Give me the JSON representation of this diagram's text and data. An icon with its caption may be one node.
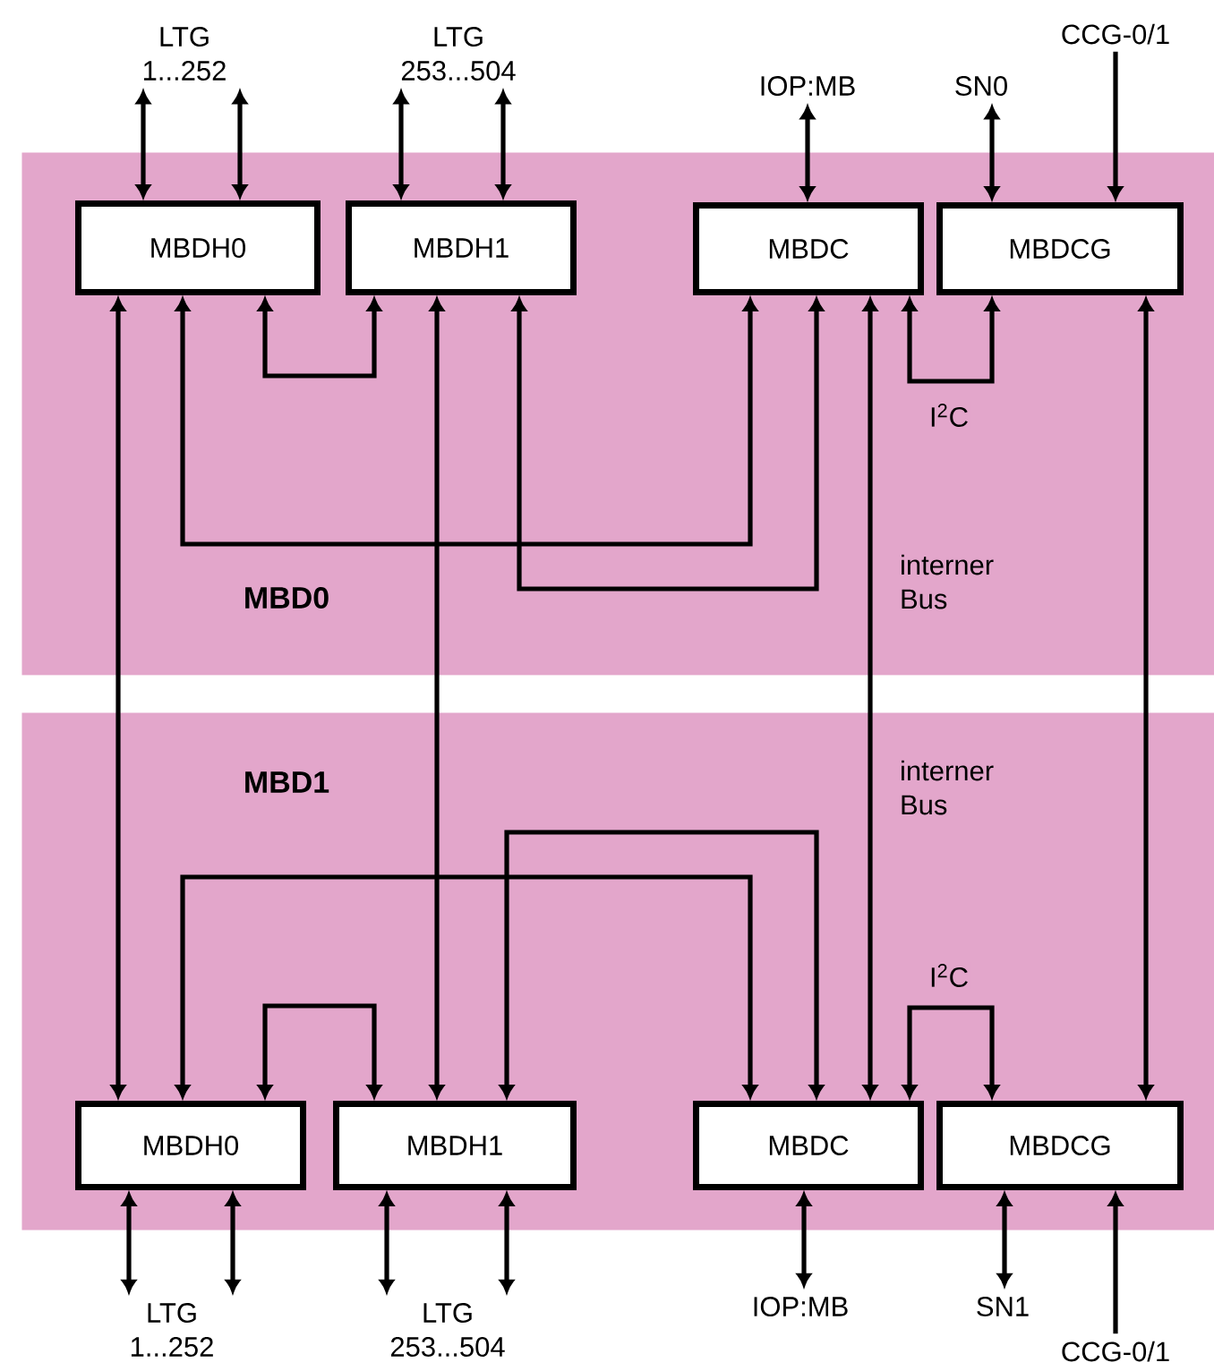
{
  "diagram": {
    "nodes": [
      {
        "text": [
          "LTG 1...252"
        ]
      },
      {
        "text": [
          "LTG 253...504"
        ]
      },
      {
        "text": [
          "IOP:MB"
        ]
      },
      {
        "text": [
          "SN0"
        ]
      },
      {
        "text": [
          "CCG-0/1"
        ]
      },
      {
        "text": [
          "MBD0"
        ]
      },
      {
        "text": [
          "MBDH0"
        ],
        "in": 5
      },
      {
        "text": [
          "MBDH1"
        ],
        "in": 5
      },
      {
        "text": [
          "MBDC"
        ],
        "in": 5
      },
      {
        "text": [
          "MBDCG"
        ],
        "in": 5
      },
      {
        "text": [
          "MBD1"
        ]
      },
      {
        "text": [
          "MBDH0"
        ],
        "in": 10
      },
      {
        "text": [
          "MBDH1"
        ],
        "in": 10
      },
      {
        "text": [
          "MBDC"
        ],
        "in": 10
      },
      {
        "text": [
          "MBDCG"
        ],
        "in": 10
      },
      {
        "text": [
          "LTG 1...252"
        ]
      },
      {
        "text": [
          "LTG 253...504"
        ]
      },
      {
        "text": [
          "IOP:MB"
        ]
      },
      {
        "text": [
          "SN1"
        ]
      },
      {
        "text": [
          "CCG-0/1"
        ]
      }
    ],
    "edges": [
      {
        "from": 0,
        "to": 6,
        "arrow": "both"
      },
      {
        "from": 0,
        "to": 6,
        "arrow": "both"
      },
      {
        "from": 1,
        "to": 7,
        "arrow": "both"
      },
      {
        "from": 1,
        "to": 7,
        "arrow": "both"
      },
      {
        "from": 2,
        "to": 8,
        "arrow": "both"
      },
      {
        "from": 3,
        "to": 9,
        "arrow": "both"
      },
      {
        "from": 4,
        "to": 9,
        "arrow": "to"
      },
      {
        "from": 6,
        "to": 11,
        "arrow": "both"
      },
      {
        "from": 6,
        "to": 8,
        "arrow": "both"
      },
      {
        "from": 6,
        "to": 7,
        "arrow": "both"
      },
      {
        "from": 7,
        "to": 12,
        "arrow": "both"
      },
      {
        "from": 7,
        "to": 8,
        "arrow": "both"
      },
      {
        "from": 8,
        "to": 13,
        "arrow": "both"
      },
      {
        "from": 8,
        "to": 9,
        "arrow": "both",
        "label": "I$^{2}$C"
      },
      {
        "from": 9,
        "to": 14,
        "arrow": "both"
      },
      {
        "from": 11,
        "to": 13,
        "arrow": "both"
      },
      {
        "from": 11,
        "to": 12,
        "arrow": "both"
      },
      {
        "from": 12,
        "to": 13,
        "arrow": "both"
      },
      {
        "from": 13,
        "to": 14,
        "arrow": "both",
        "label": "I$^{2}$C"
      },
      {
        "from": 11,
        "to": 15,
        "arrow": "both"
      },
      {
        "from": 11,
        "to": 15,
        "arrow": "both"
      },
      {
        "from": 12,
        "to": 16,
        "arrow": "both"
      },
      {
        "from": 12,
        "to": 16,
        "arrow": "both"
      },
      {
        "from": 13,
        "to": 17,
        "arrow": "both"
      },
      {
        "from": 14,
        "to": 18,
        "arrow": "both"
      },
      {
        "from": 19,
        "to": 14,
        "arrow": "to"
      }
    ],
    "labels": [
      "interner Bus",
      "interner Bus"
    ]
  }
}
